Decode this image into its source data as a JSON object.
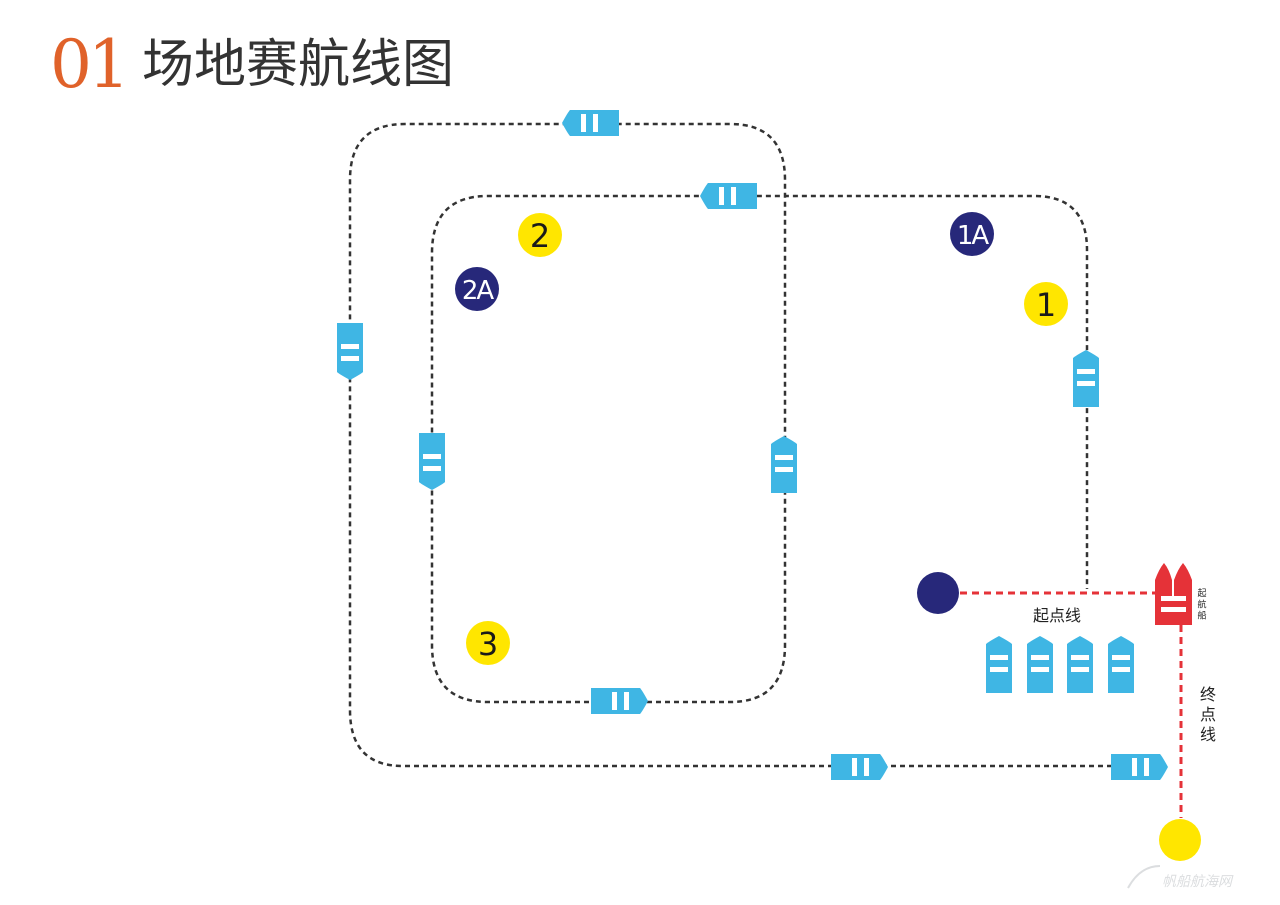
{
  "title": {
    "number": "01",
    "text": "场地赛航线图"
  },
  "colors": {
    "title_number": "#e0622a",
    "boat": "#3fb6e4",
    "committee_boat": "#e53238",
    "mark_yellow": "#ffe600",
    "mark_navy": "#27287a",
    "course_line": "#333333",
    "start_finish_line": "#e53238"
  },
  "marks": [
    {
      "label": "1",
      "color": "yellow"
    },
    {
      "label": "2",
      "color": "yellow"
    },
    {
      "label": "3",
      "color": "yellow"
    },
    {
      "label": "1A",
      "color": "navy"
    },
    {
      "label": "2A",
      "color": "navy"
    }
  ],
  "labels": {
    "start_line": "起点线",
    "finish_line": "终点线",
    "committee_boat": "起航船"
  },
  "watermark": "帆船航海网"
}
